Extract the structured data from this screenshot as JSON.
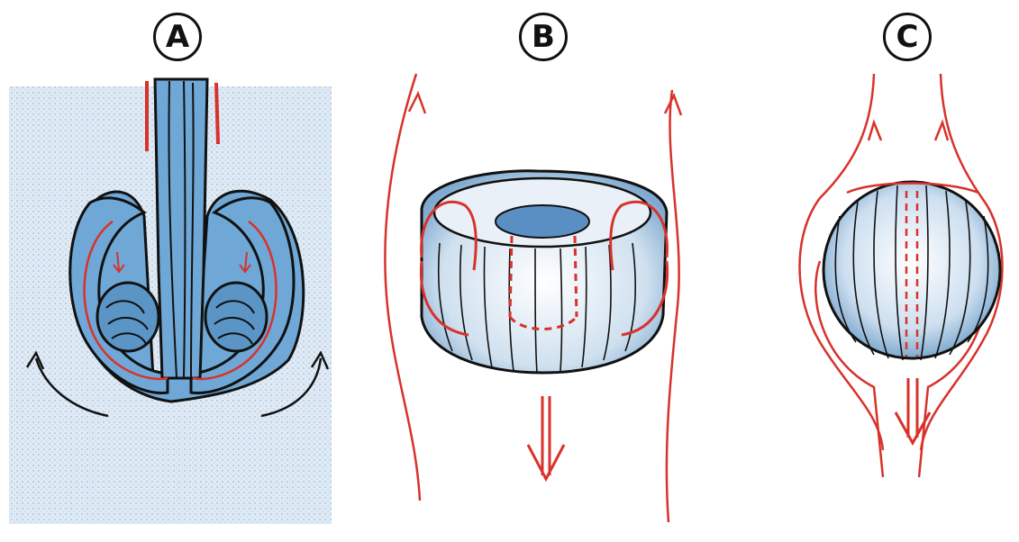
{
  "panels": [
    {
      "id": "A",
      "label": "A"
    },
    {
      "id": "B",
      "label": "B"
    },
    {
      "id": "C",
      "label": "C"
    }
  ],
  "colors": {
    "fluid_blue": "#6fa8d6",
    "fluid_blue_light": "#c9deee",
    "flow_red": "#d8322b",
    "outline": "#111111"
  }
}
